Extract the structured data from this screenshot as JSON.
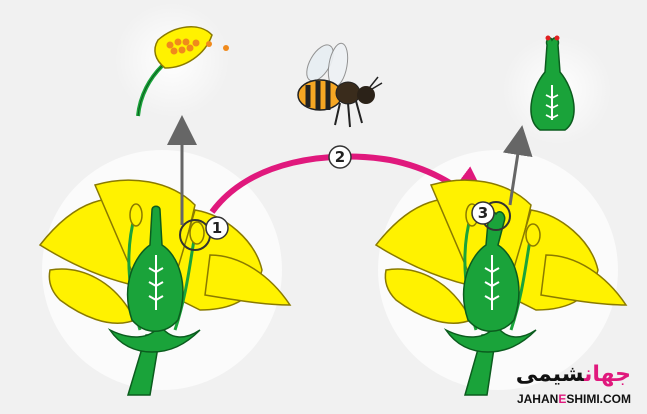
{
  "steps": {
    "step1": "1",
    "step2": "2",
    "step3": "3"
  },
  "logo": {
    "name_fa_part1": "جهان",
    "name_fa_part2": "شیمی",
    "domain_part1": "JAHAN",
    "domain_part2": "E",
    "domain_part3": "SHIMI.COM"
  },
  "colors": {
    "background": "#f1f1f1",
    "petal": "#fff200",
    "pistil": "#1aa33a",
    "arrow_grey": "#666666",
    "arrow_magenta": "#e0197d",
    "bee_body": "#f5a623"
  }
}
